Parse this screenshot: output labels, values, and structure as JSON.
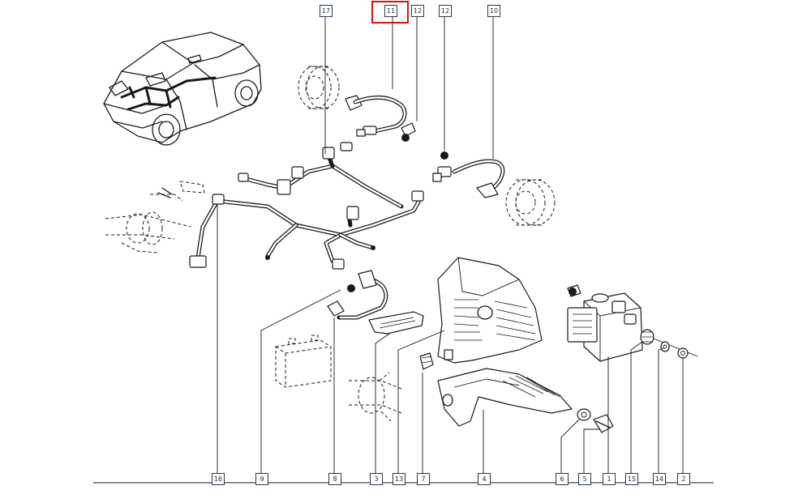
{
  "callouts": {
    "top": [
      {
        "label": "17"
      },
      {
        "label": "11"
      },
      {
        "label": "12"
      },
      {
        "label": "12"
      },
      {
        "label": "10"
      }
    ],
    "bottom": [
      {
        "label": "16"
      },
      {
        "label": "9"
      },
      {
        "label": "8"
      },
      {
        "label": "3"
      },
      {
        "label": "13"
      },
      {
        "label": "7"
      },
      {
        "label": "4"
      },
      {
        "label": "6"
      },
      {
        "label": "5"
      },
      {
        "label": "1"
      },
      {
        "label": "15"
      },
      {
        "label": "14"
      },
      {
        "label": "2"
      }
    ]
  },
  "highlighted_callout": "11",
  "colors": {
    "line": "#1a1a1a",
    "highlight": "#e01010",
    "label_border": "#2a3a4a"
  }
}
